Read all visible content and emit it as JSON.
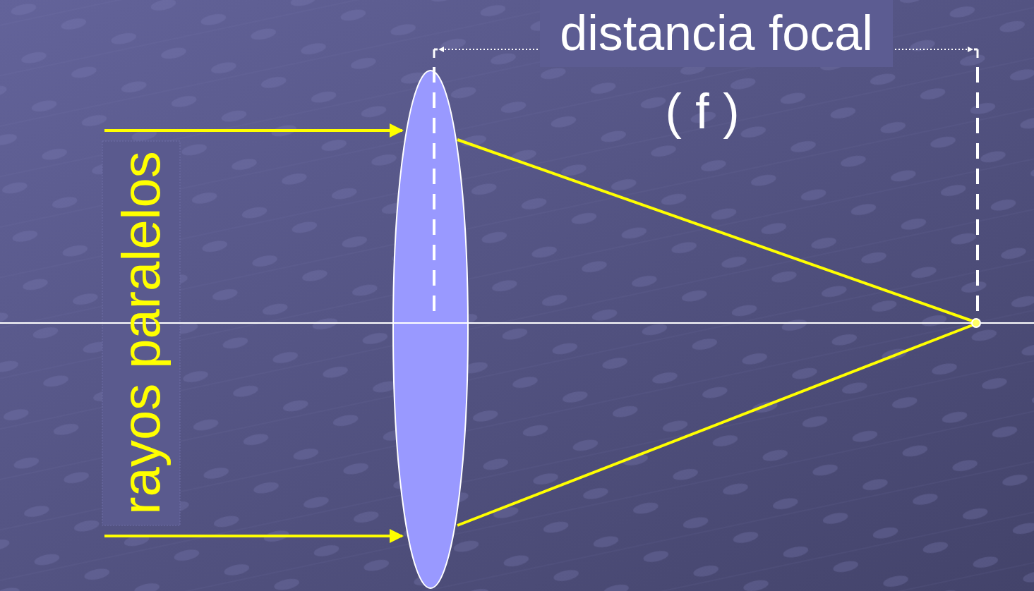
{
  "diagram": {
    "labels": [
      "distancia focal",
      "( f )",
      "rayos paralelos"
    ]
  }
}
